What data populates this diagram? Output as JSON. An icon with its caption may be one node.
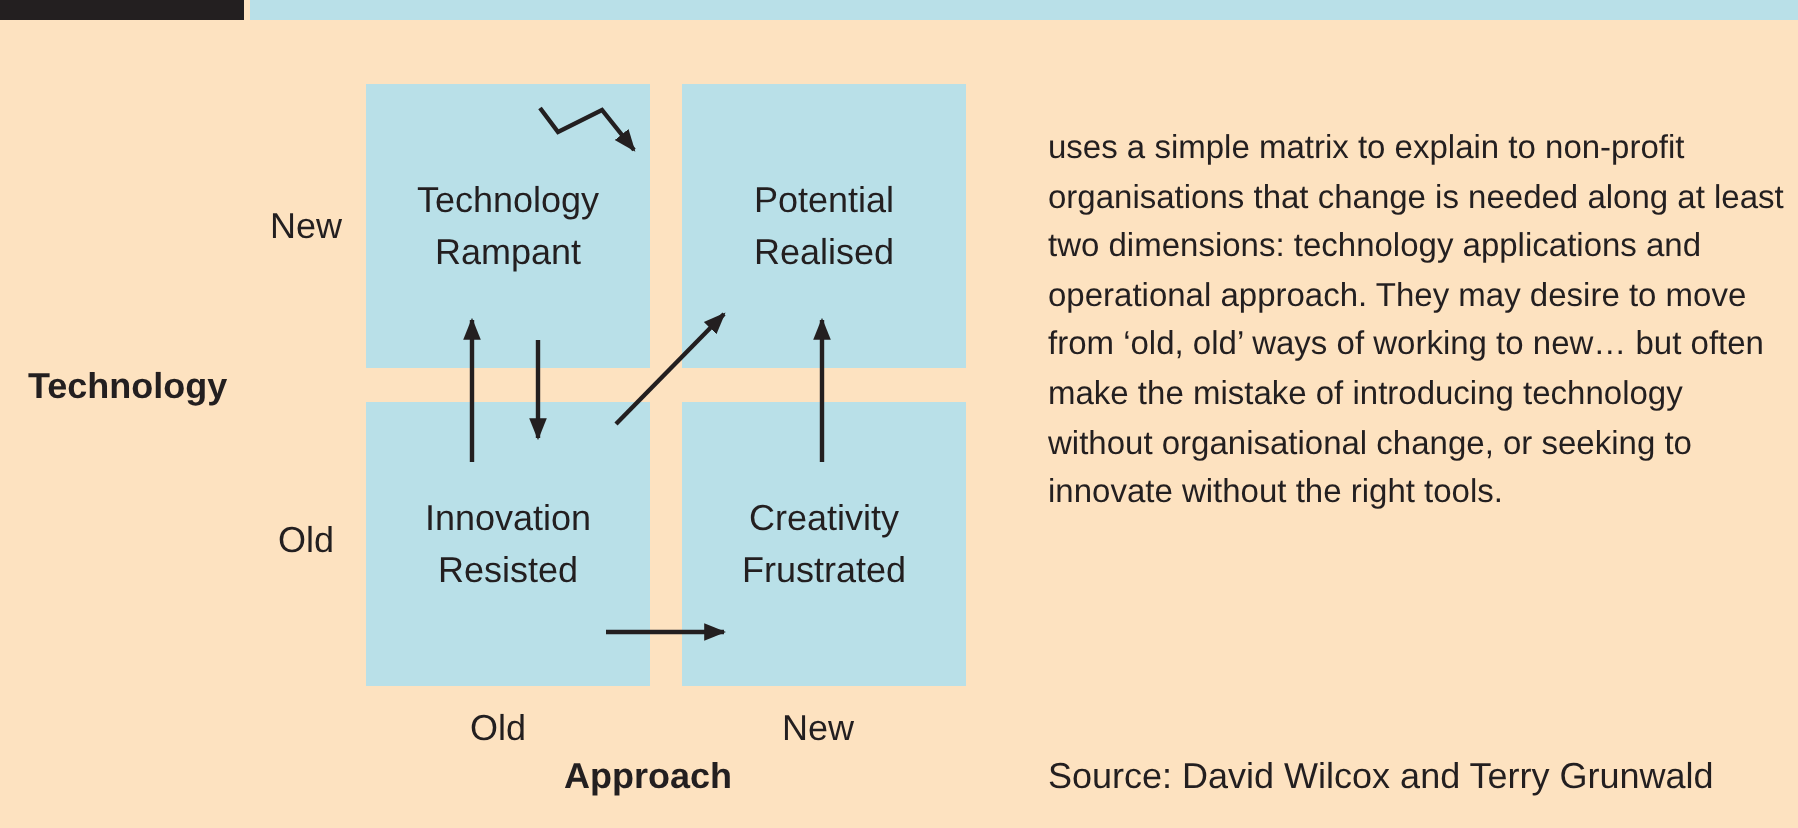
{
  "diagram": {
    "nodes": [
      {
        "text": [
          "Technology Rampant"
        ]
      },
      {
        "text": [
          "Potential Realised"
        ]
      },
      {
        "text": [
          "Innovation Resisted"
        ]
      },
      {
        "text": [
          "Creativity Frustrated"
        ]
      }
    ],
    "edges": [
      {
        "from": 2,
        "to": 0,
        "arrow": "to"
      },
      {
        "from": 0,
        "to": 2,
        "arrow": "to"
      },
      {
        "from": 2,
        "to": 1,
        "arrow": "to"
      },
      {
        "from": 3,
        "to": 1,
        "arrow": "to"
      },
      {
        "from": 2,
        "to": 3,
        "arrow": "to"
      }
    ],
    "labels": [
      "New",
      "Technology",
      "Old",
      "Old",
      "New",
      "Approach",
      "uses a simple matrix to explain to non-profit organisations that change is needed along at least two dimensions: technology applications and operational approach. They may desire to move from ‘old, old’ ways of working to new… but often make the mistake of introducing technology without organisational change, or seeking to innovate without the right tools.",
      "Source: David Wilcox and Terry Grunwald"
    ]
  }
}
